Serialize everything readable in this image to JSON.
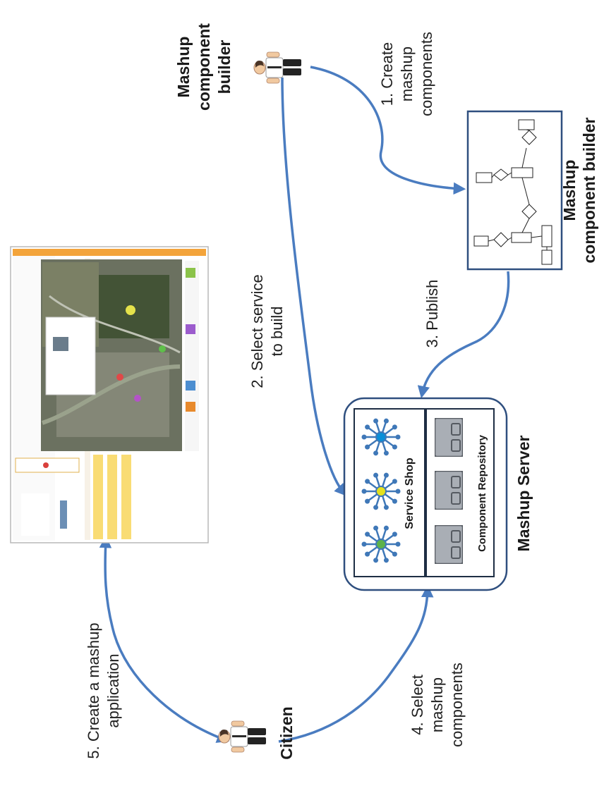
{
  "colors": {
    "arrow": "#4a7cc0",
    "box_stroke": "#2f4f7f",
    "node_blue": "#0a8fd8",
    "node_yellow": "#e4e11c",
    "node_green": "#5db24a",
    "spoke": "#3f78b8",
    "repo_fill": "#a9aeb5",
    "repo_stroke": "#555a61"
  },
  "actors": {
    "builder": {
      "line1": "Mashup",
      "line2": "component",
      "line3": "builder",
      "icon": "person-icon"
    },
    "citizen": {
      "label": "Citizen",
      "icon": "person-icon"
    }
  },
  "steps": {
    "s1": {
      "line1": "1. Create",
      "line2": "mashup",
      "line3": "components"
    },
    "s2": {
      "line1": "2. Select service",
      "line2": "to build"
    },
    "s3": {
      "line1": "3. Publish"
    },
    "s4": {
      "line1": "4. Select",
      "line2": "mashup",
      "line3": "components"
    },
    "s5": {
      "line1": "5. Create a mashup",
      "line2": "application"
    }
  },
  "builder_tool": {
    "line1": "Mashup",
    "line2": "component builder"
  },
  "server": {
    "title": "Mashup Server",
    "service_shop": "Service Shop",
    "component_repository": "Component Repository"
  }
}
